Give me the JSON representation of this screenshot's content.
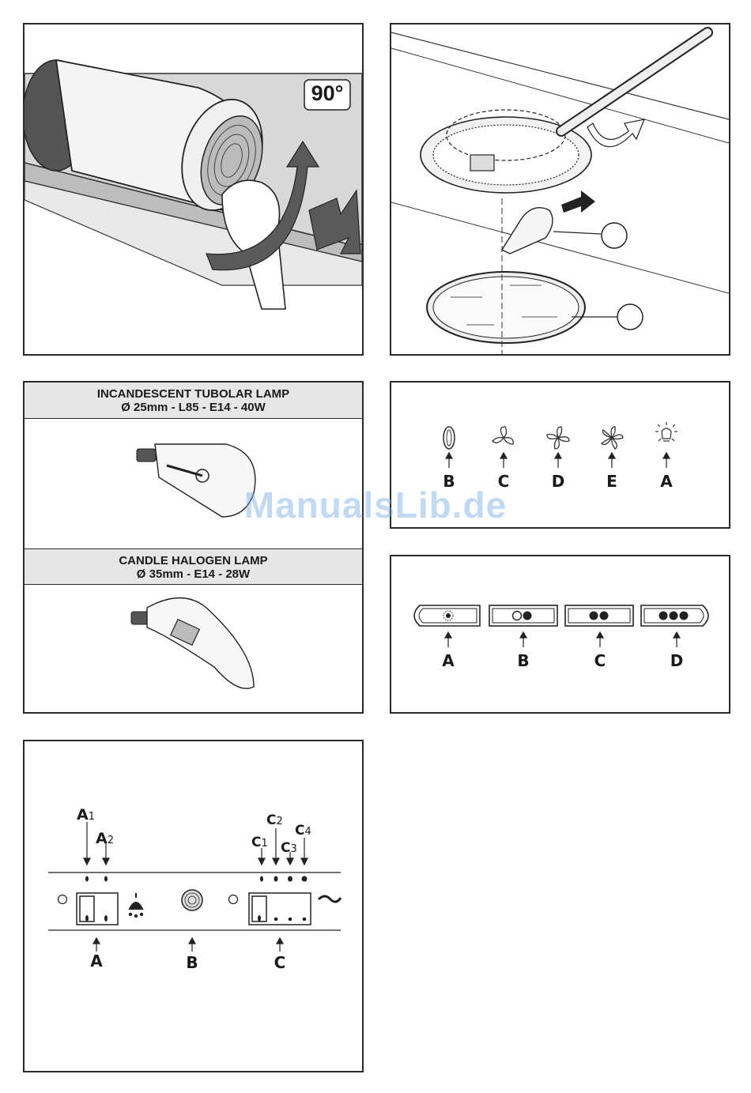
{
  "panel1": {
    "angle_badge": "90°"
  },
  "panel2": {
    "callouts": [
      "",
      ""
    ]
  },
  "lamps": {
    "incandescent": {
      "name": "INCANDESCENT TUBOLAR LAMP",
      "spec": "Ø 25mm - L85 - E14 - 40W"
    },
    "halogen": {
      "name": "CANDLE HALOGEN LAMP",
      "spec": "Ø 35mm - E14 - 28W"
    }
  },
  "touch_panel": {
    "items": [
      {
        "label": "B",
        "icon": "off-zero-icon"
      },
      {
        "label": "C",
        "icon": "fan-speed-1-icon"
      },
      {
        "label": "D",
        "icon": "fan-speed-2-icon"
      },
      {
        "label": "E",
        "icon": "fan-speed-3-icon"
      },
      {
        "label": "A",
        "icon": "light-icon"
      }
    ]
  },
  "button_panel": {
    "items": [
      {
        "label": "A",
        "icon": "light-dot-icon"
      },
      {
        "label": "B",
        "icon": "one-dot-icon"
      },
      {
        "label": "C",
        "icon": "two-dot-icon"
      },
      {
        "label": "D",
        "icon": "three-dot-icon"
      }
    ]
  },
  "slider_panel": {
    "top_labels": {
      "a1": {
        "main": "A",
        "sub": "1"
      },
      "a2": {
        "main": "A",
        "sub": "2"
      },
      "c1": {
        "main": "C",
        "sub": "1"
      },
      "c2": {
        "main": "C",
        "sub": "2"
      },
      "c3": {
        "main": "C",
        "sub": "3"
      },
      "c4": {
        "main": "C",
        "sub": "4"
      }
    },
    "bottom_labels": [
      "A",
      "B",
      "C"
    ]
  },
  "watermark": "ManualsLib.de"
}
